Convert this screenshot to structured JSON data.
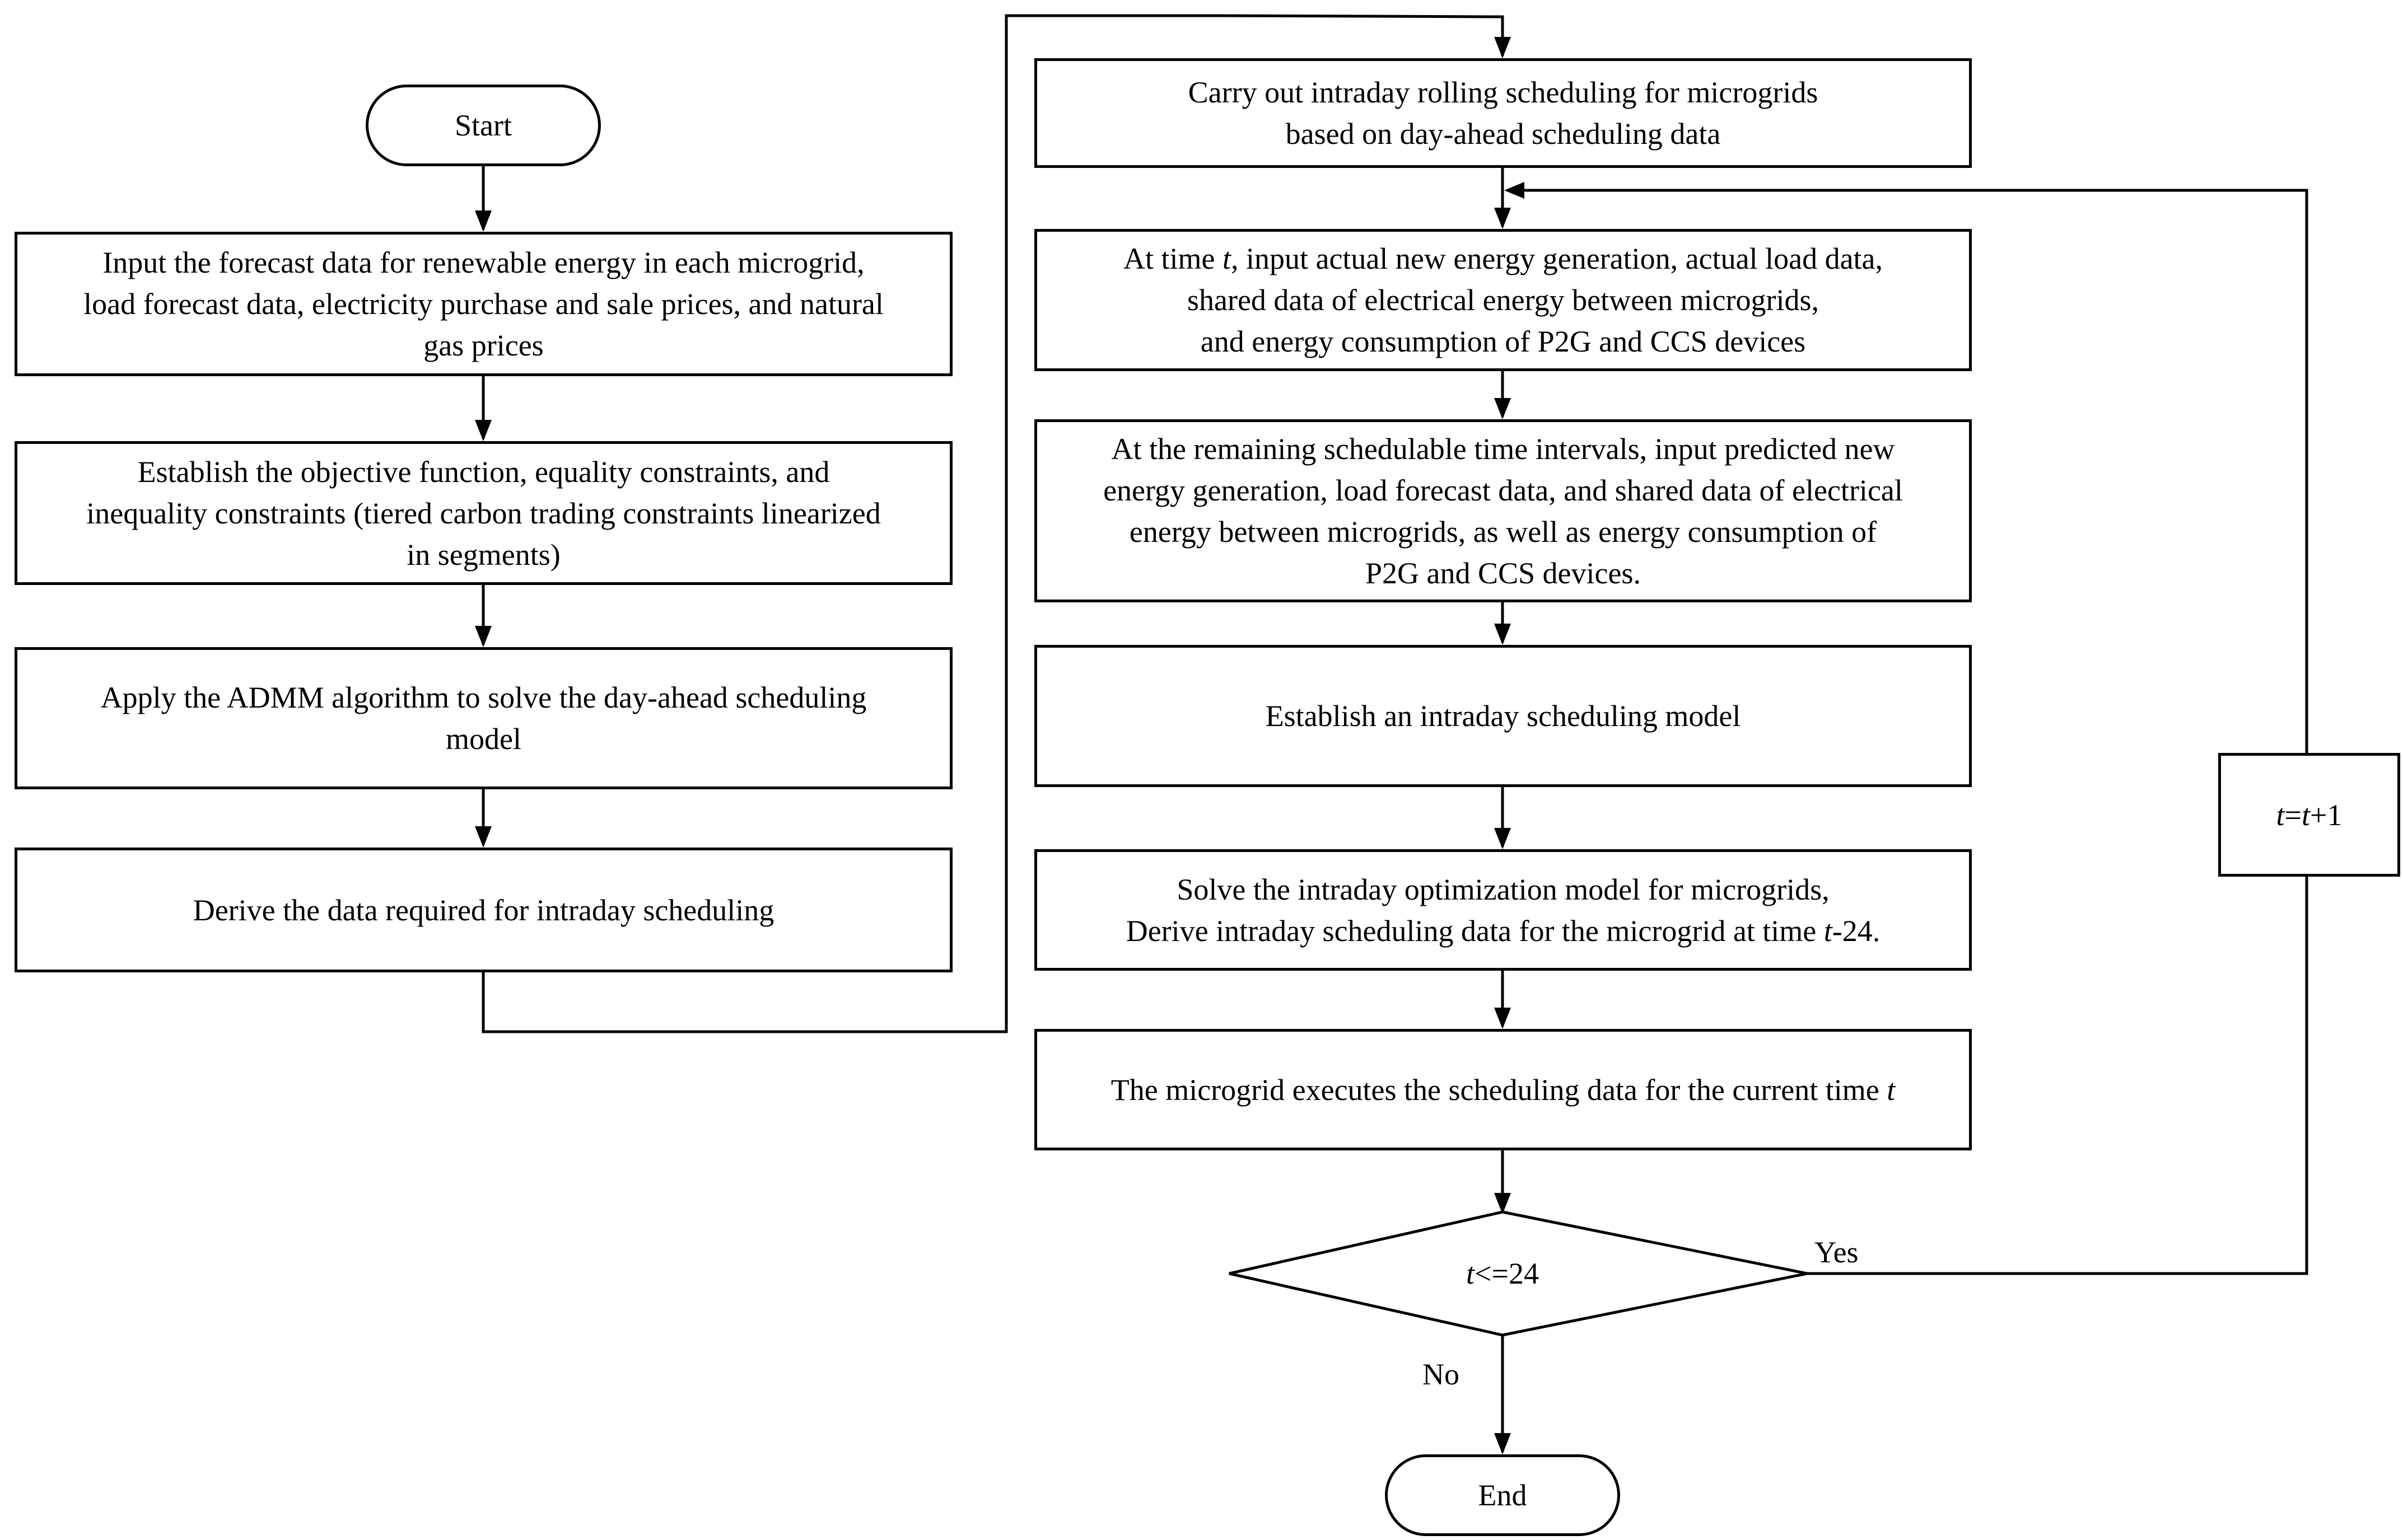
{
  "nodes": {
    "start": "Start",
    "input_forecast": "Input the forecast data for renewable energy in each microgrid,\nload forecast data, electricity purchase and sale prices, and natural\ngas prices",
    "establish_objective": "Establish the objective function, equality constraints, and\ninequality constraints (tiered carbon trading constraints linearized\nin segments)",
    "apply_admm": "Apply the ADMM algorithm to solve the day-ahead scheduling\nmodel",
    "derive_data": "Derive the data required for intraday scheduling",
    "rolling_scheduling": "Carry out intraday rolling scheduling for microgrids\nbased on day-ahead scheduling data",
    "input_actual": {
      "pre": "At time ",
      "var": "t",
      "post": ", input actual new energy generation, actual load data,\nshared data of electrical energy between microgrids,\nand energy consumption of P2G and CCS devices"
    },
    "remaining_intervals": "At the remaining schedulable time intervals, input predicted new\nenergy generation, load forecast data, and shared data of electrical\nenergy between microgrids, as well as energy consumption of\nP2G and CCS devices.",
    "establish_intraday": "Establish an intraday scheduling model",
    "solve_intraday": {
      "pre": "Solve the intraday optimization model for microgrids,\nDerive intraday scheduling data for the microgrid at time ",
      "var": "t",
      "post": "-24."
    },
    "execute": {
      "pre": "The microgrid executes the scheduling data for the current time ",
      "var": "t"
    },
    "decision": {
      "var": "t",
      "post": "<=24"
    },
    "increment": {
      "var1": "t",
      "eq": "=",
      "var2": "t",
      "post": "+1"
    },
    "end": "End"
  },
  "edge_labels": {
    "yes": "Yes",
    "no": "No"
  }
}
